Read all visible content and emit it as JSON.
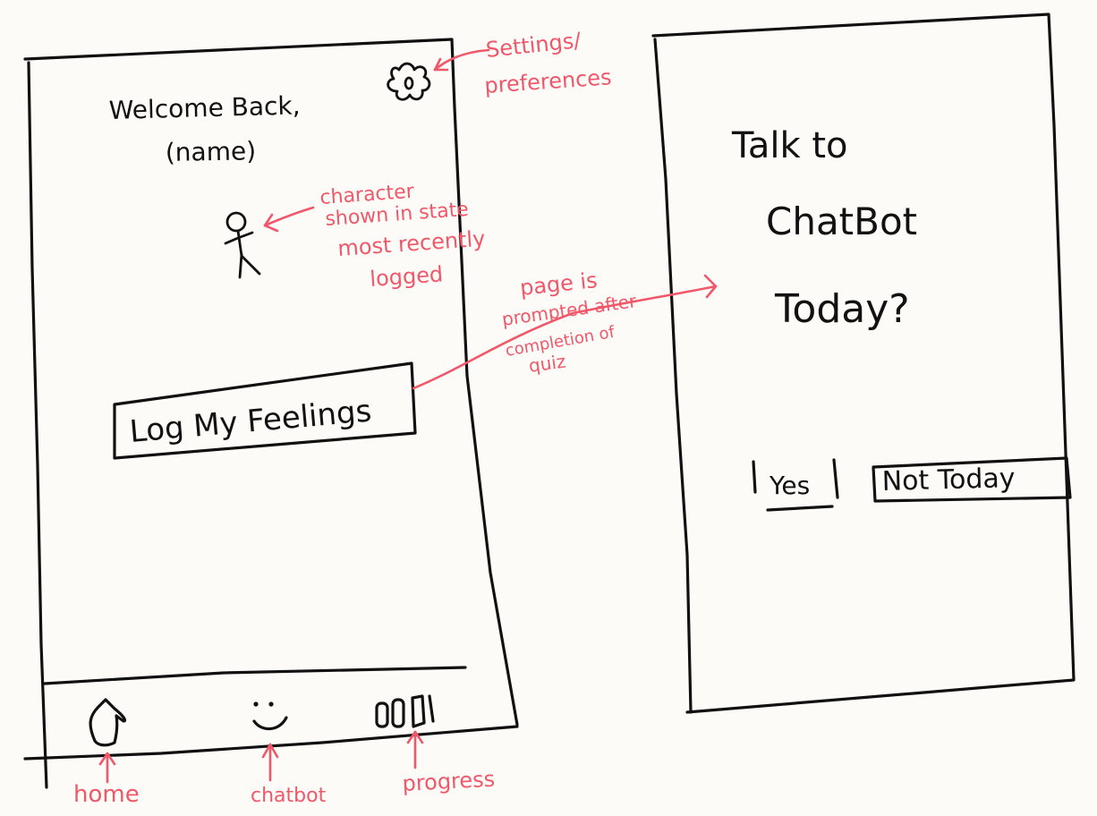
{
  "home_screen": {
    "welcome_line1": "Welcome Back,",
    "welcome_line2": "(name)",
    "log_button_label": "Log My Feelings",
    "nav": {
      "home_label": "home",
      "chatbot_label": "chatbot",
      "progress_label": "progress"
    }
  },
  "chatbot_prompt_screen": {
    "line1": "Talk to",
    "line2": "ChatBot",
    "line3": "Today?",
    "yes_label": "Yes",
    "not_today_label": "Not Today"
  },
  "annotations": {
    "settings": [
      "Settings/",
      "preferences"
    ],
    "character": [
      "character",
      "shown in state",
      "most recently",
      "logged"
    ],
    "page_prompt": [
      "page is",
      "prompted after",
      "completion of",
      "quiz"
    ]
  },
  "colors": {
    "ink": "#111111",
    "annotation": "#f0586a",
    "paper": "#fcfbf7"
  },
  "icons": {
    "settings": "gear-icon",
    "character": "stick-figure-icon",
    "home": "home-icon",
    "chatbot": "smiley-icon",
    "progress": "bar-chart-icon"
  }
}
